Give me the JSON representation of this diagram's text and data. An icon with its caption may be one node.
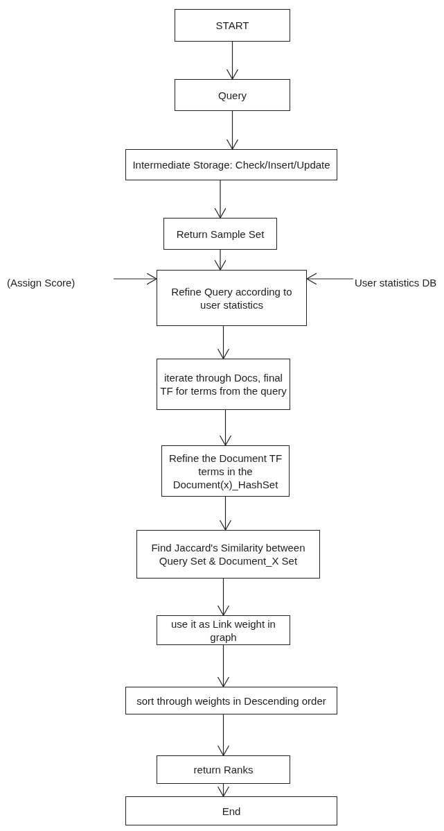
{
  "diagram": {
    "nodes": [
      {
        "text": [
          "START"
        ]
      },
      {
        "text": [
          "Query"
        ]
      },
      {
        "text": [
          "Intermediate Storage: Check/Insert/Update"
        ]
      },
      {
        "text": [
          "Return Sample Set"
        ]
      },
      {
        "text": [
          "Refine Query according to user statistics"
        ]
      },
      {
        "text": [
          "(Assign Score)"
        ]
      },
      {
        "text": [
          "User statistics DB"
        ]
      },
      {
        "text": [
          "iterate through Docs, final TF for terms from the query"
        ]
      },
      {
        "text": [
          "Refine the Document TF terms in the Document(x)_HashSet"
        ]
      },
      {
        "text": [
          "Find Jaccard's Similarity between Query Set & Document_X Set"
        ]
      },
      {
        "text": [
          "use it as Link weight in graph"
        ]
      },
      {
        "text": [
          "sort through weights in Descending order"
        ]
      },
      {
        "text": [
          "return Ranks"
        ]
      },
      {
        "text": [
          "End"
        ]
      }
    ],
    "edges": [
      {
        "from": 0,
        "to": 1,
        "arrow": "to"
      },
      {
        "from": 1,
        "to": 2,
        "arrow": "to"
      },
      {
        "from": 2,
        "to": 3,
        "arrow": "to"
      },
      {
        "from": 3,
        "to": 4,
        "arrow": "to"
      },
      {
        "from": 5,
        "to": 4,
        "arrow": "to"
      },
      {
        "from": 6,
        "to": 4,
        "arrow": "to"
      },
      {
        "from": 4,
        "to": 7,
        "arrow": "to"
      },
      {
        "from": 7,
        "to": 8,
        "arrow": "to"
      },
      {
        "from": 8,
        "to": 9,
        "arrow": "to"
      },
      {
        "from": 9,
        "to": 10,
        "arrow": "to"
      },
      {
        "from": 10,
        "to": 11,
        "arrow": "to"
      },
      {
        "from": 11,
        "to": 12,
        "arrow": "to"
      },
      {
        "from": 12,
        "to": 13,
        "arrow": "to"
      }
    ]
  }
}
